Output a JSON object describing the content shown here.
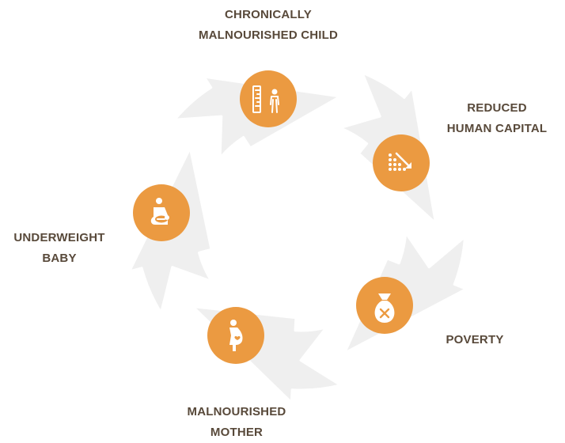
{
  "colors": {
    "arrow_fill": "#efefef",
    "icon_circle": "#eb9a41",
    "icon_glyph": "#ffffff",
    "label_text": "#58493a"
  },
  "stages": [
    {
      "key": "child",
      "label_lines": [
        "CHRONICALLY",
        "MALNOURISHED CHILD"
      ],
      "icon": "ruler-child-icon"
    },
    {
      "key": "capital",
      "label_lines": [
        "REDUCED",
        "HUMAN CAPITAL"
      ],
      "icon": "declining-dots-chart-icon"
    },
    {
      "key": "poverty",
      "label_lines": [
        "POVERTY"
      ],
      "icon": "money-bag-x-icon"
    },
    {
      "key": "mother",
      "label_lines": [
        "MALNOURISHED",
        "MOTHER"
      ],
      "icon": "pregnant-woman-icon"
    },
    {
      "key": "baby",
      "label_lines": [
        "UNDERWEIGHT",
        "BABY"
      ],
      "icon": "parent-holding-baby-icon"
    }
  ]
}
